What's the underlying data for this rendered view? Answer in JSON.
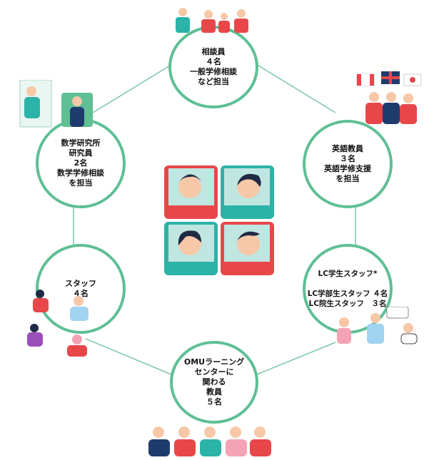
{
  "nodes": {
    "counselors": "相談員\n４名\n一般学修相談\nなど担当",
    "english": "英語教員\n３名\n英語学修支援\nを担当",
    "lc_students": "LC学生スタッフ*\n\nLC学部生スタッフ ４名\nLC院生スタッフ　３名",
    "faculty": "OMUラーニング\nセンターに\n関わる\n教員\n５名",
    "staff": "スタッフ\n４名",
    "math": "数学研究所\n研究員\n2名\n数学学修相談\nを担当"
  },
  "colors": {
    "ring": "#5fbf95",
    "connector": "#7cc7a4",
    "red": "#e8474a",
    "teal": "#2bb3a8",
    "navy": "#1f3b6e",
    "skin": "#f6c8a8",
    "pink": "#f4a3b6"
  },
  "icons": {
    "center": "four-people-chatting-illustration",
    "counselors": "counselor-group-icon",
    "english": "flag-people-icon",
    "lc_students": "student-chat-icon",
    "faculty": "faculty-group-icon",
    "staff": "staff-people-icon",
    "math": "math-researcher-icon"
  }
}
